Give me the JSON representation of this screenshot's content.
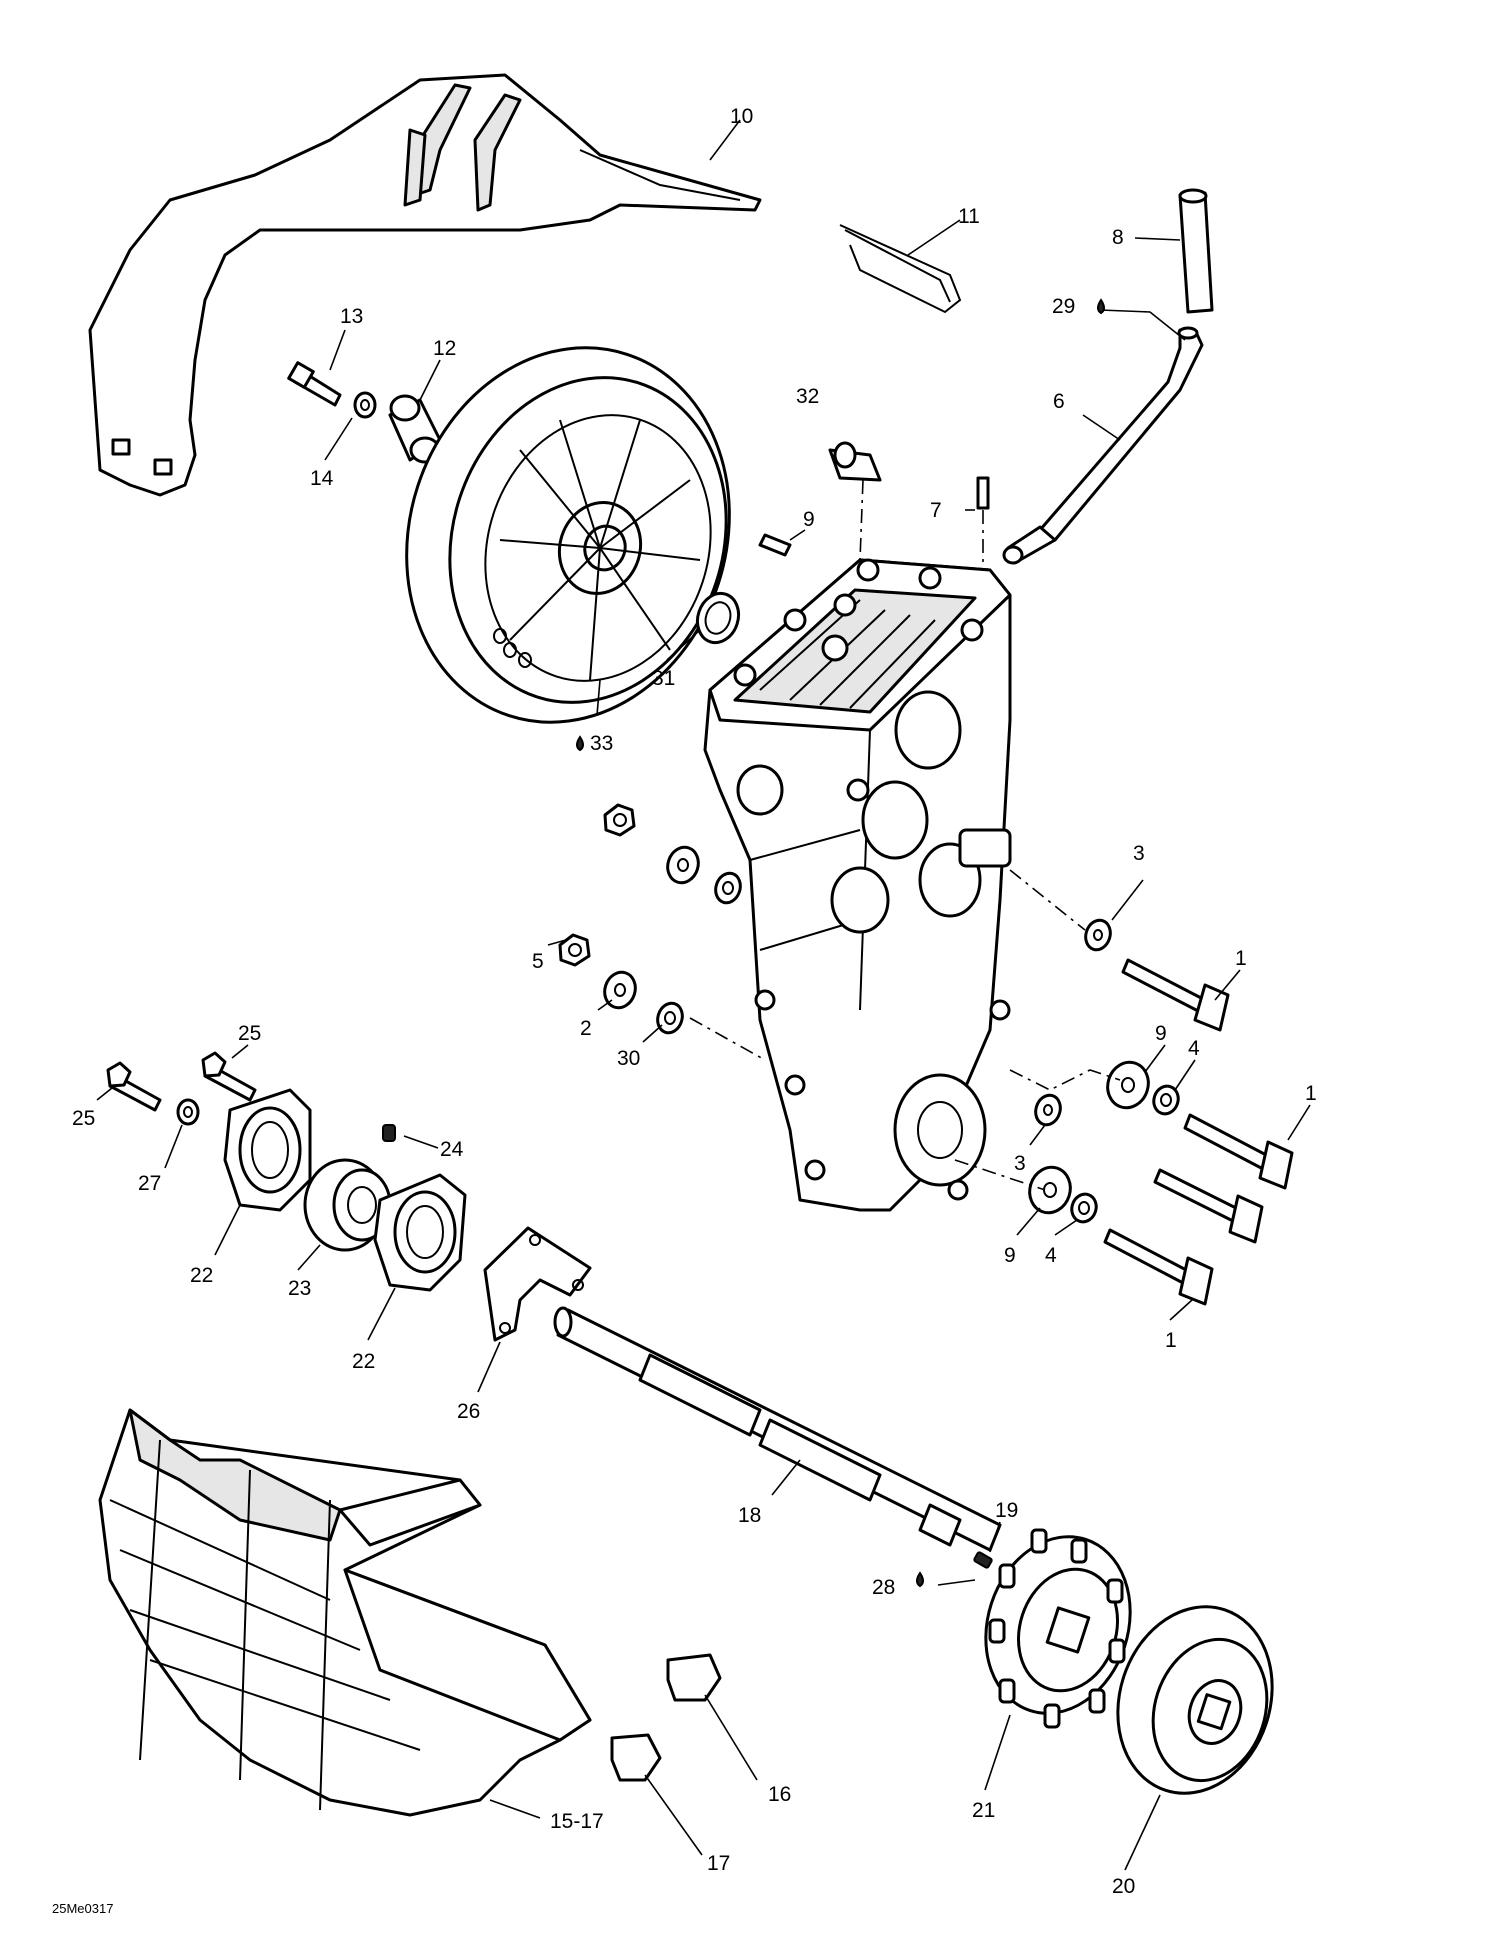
{
  "figure_ref": "25Me0317",
  "callouts": [
    {
      "id": "c10",
      "label": "10"
    },
    {
      "id": "c11",
      "label": "11"
    },
    {
      "id": "c8",
      "label": "8"
    },
    {
      "id": "c29",
      "label": "29"
    },
    {
      "id": "c13",
      "label": "13"
    },
    {
      "id": "c12",
      "label": "12"
    },
    {
      "id": "c14",
      "label": "14"
    },
    {
      "id": "c32",
      "label": "32"
    },
    {
      "id": "c6",
      "label": "6"
    },
    {
      "id": "c7",
      "label": "7"
    },
    {
      "id": "c9a",
      "label": "9"
    },
    {
      "id": "c31",
      "label": "31"
    },
    {
      "id": "c33",
      "label": "33"
    },
    {
      "id": "c3a",
      "label": "3"
    },
    {
      "id": "c1a",
      "label": "1"
    },
    {
      "id": "c5",
      "label": "5"
    },
    {
      "id": "c2",
      "label": "2"
    },
    {
      "id": "c30",
      "label": "30"
    },
    {
      "id": "c9b",
      "label": "9"
    },
    {
      "id": "c4a",
      "label": "4"
    },
    {
      "id": "c1b",
      "label": "1"
    },
    {
      "id": "c25a",
      "label": "25"
    },
    {
      "id": "c25b",
      "label": "25"
    },
    {
      "id": "c24",
      "label": "24"
    },
    {
      "id": "c27",
      "label": "27"
    },
    {
      "id": "c3b",
      "label": "3"
    },
    {
      "id": "c9c",
      "label": "9"
    },
    {
      "id": "c4b",
      "label": "4"
    },
    {
      "id": "c1c",
      "label": "1"
    },
    {
      "id": "c22a",
      "label": "22"
    },
    {
      "id": "c23",
      "label": "23"
    },
    {
      "id": "c22b",
      "label": "22"
    },
    {
      "id": "c26",
      "label": "26"
    },
    {
      "id": "c19",
      "label": "19"
    },
    {
      "id": "c18",
      "label": "18"
    },
    {
      "id": "c28",
      "label": "28"
    },
    {
      "id": "c21",
      "label": "21"
    },
    {
      "id": "c16",
      "label": "16"
    },
    {
      "id": "c20",
      "label": "20"
    },
    {
      "id": "c15_17",
      "label": "15-17"
    },
    {
      "id": "c17",
      "label": "17"
    }
  ]
}
